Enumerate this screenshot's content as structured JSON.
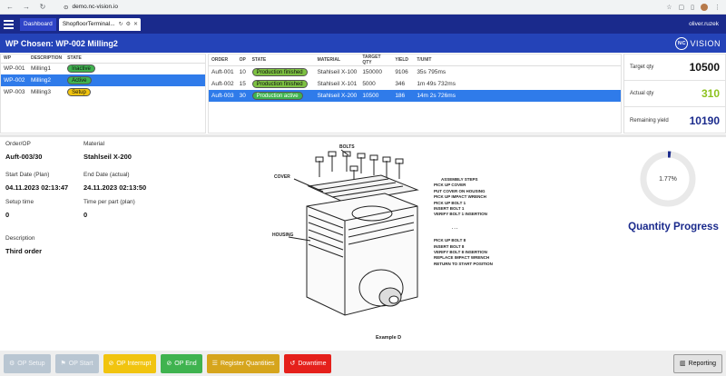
{
  "browser": {
    "url": "demo.nc-vision.io"
  },
  "header": {
    "tabs": {
      "dashboard": "Dashboard",
      "shopfloor": "ShopfloorTerminal..."
    },
    "user": "oliver.ruzek"
  },
  "wp_bar": {
    "title": "WP Chosen: WP-002 Milling2",
    "logo_nc": "NC",
    "logo_text": "VISION"
  },
  "wp_table": {
    "headers": [
      "WP",
      "DESCRIPTION",
      "STATE"
    ],
    "rows": [
      {
        "wp": "WP-001",
        "description": "Milling1",
        "state": "Inactive",
        "state_color": "#3fb34f"
      },
      {
        "wp": "WP-002",
        "description": "Milling2",
        "state": "Active",
        "state_color": "#3fb34f"
      },
      {
        "wp": "WP-003",
        "description": "Milling3",
        "state": "Setup",
        "state_color": "#f1c40f"
      }
    ]
  },
  "op_table": {
    "headers": [
      "ORDER",
      "OP",
      "STATE",
      "MATERIAL",
      "TARGET QTY",
      "YIELD",
      "T/UNIT"
    ],
    "rows": [
      {
        "order": "Auft-001",
        "op": "10",
        "state": "Production finished",
        "material": "Stahlseil X-100",
        "target": "150000",
        "yield": "9106",
        "tunit": "35s 795ms"
      },
      {
        "order": "Auft-002",
        "op": "15",
        "state": "Production finished",
        "material": "Stahlseil X-101",
        "target": "5000",
        "yield": "346",
        "tunit": "1m 49s 732ms"
      },
      {
        "order": "Auft-003",
        "op": "30",
        "state": "Production active",
        "material": "Stahlseil X-200",
        "target": "10500",
        "yield": "186",
        "tunit": "14m 2s 726ms"
      }
    ]
  },
  "quantities": {
    "target_label": "Target qty",
    "target_value": "10500",
    "actual_label": "Actual qty",
    "actual_value": "310",
    "remaining_label": "Remaining yield",
    "remaining_value": "10190"
  },
  "details": {
    "order_label": "Order/OP",
    "order_value": "Auft-003/30",
    "material_label": "Material",
    "material_value": "Stahlseil X-200",
    "start_label": "Start Date (Plan)",
    "start_value": "04.11.2023 02:13:47",
    "end_label": "End Date (actual)",
    "end_value": "24.11.2023 02:13:50",
    "setup_label": "Setup time",
    "setup_value": "0",
    "tpp_label": "Time per part (plan)",
    "tpp_value": "0",
    "desc_label": "Description",
    "desc_value": "Third order"
  },
  "drawing": {
    "bolts": "BOLTS",
    "cover": "COVER",
    "housing": "HOUSING",
    "caption": "Example D",
    "steps_title": "ASSEMBLY STEPS",
    "steps_a": [
      "PICK UP COVER",
      "PUT COVER ON HOUSING",
      "PICK UP IMPACT WRENCH",
      "PICK UP BOLT 1",
      "INSERT BOLT 1",
      "VERIFY BOLT 1 INSERTION"
    ],
    "steps_b": [
      "PICK UP BOLT 8",
      "INSERT BOLT 8",
      "VERIFY BOLT 8 INSERTION",
      "REPLACE IMPACT WRENCH",
      "RETURN TO START POSITION"
    ]
  },
  "progress": {
    "percent_text": "1.77%",
    "fraction": 0.0177,
    "label": "Quantity Progress"
  },
  "buttons": {
    "op_setup": "OP Setup",
    "op_start": "OP Start",
    "op_interrupt": "OP Interrupt",
    "op_end": "OP End",
    "register": "Register Quantities",
    "downtime": "Downtime",
    "reporting": "Reporting"
  }
}
